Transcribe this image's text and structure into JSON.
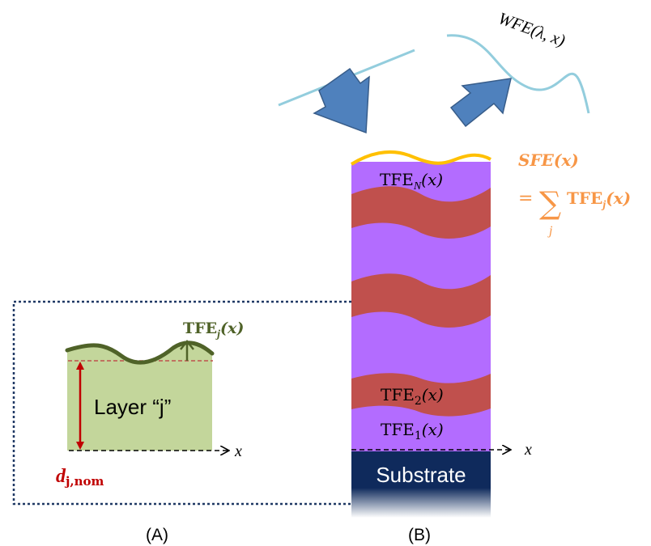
{
  "panel_a": {
    "label": "(A)",
    "tfe_label": "TFE",
    "tfe_sub": "j",
    "tfe_arg": "(x)",
    "layer_label": "Layer “j”",
    "d_main": "d",
    "d_sub": "j,nom",
    "x_axis": "x"
  },
  "panel_b": {
    "label": "(B)",
    "wfe_label": "WFE(λ, x)",
    "sfe_label": "SFE(x)",
    "sfe_eq": "=",
    "sfe_sum": "∑",
    "sfe_sum_index": "j",
    "sfe_tfe": "TFE",
    "sfe_tfe_sub": "j",
    "sfe_tfe_arg": "(x)",
    "tfe_top": "TFE",
    "tfe_top_sub": "N",
    "tfe_top_arg": "(x)",
    "tfe_2": "TFE",
    "tfe_2_sub": "2",
    "tfe_2_arg": "(x)",
    "tfe_1": "TFE",
    "tfe_1_sub": "1",
    "tfe_1_arg": "(x)",
    "substrate": "Substrate",
    "x_axis": "x"
  },
  "colors": {
    "layer_purple": "#b36cff",
    "layer_red": "#c0504d",
    "layer_green": "#c3d69b",
    "wave_green": "#4f6228",
    "surface_orange": "#ffc000",
    "sfe_orange": "#f79646",
    "arrow_blue": "#4f81bd",
    "wavefront_blue": "#93cddd",
    "substrate_navy": "#0f2a5c",
    "dim_red": "#c00000",
    "box_dotted": "#1f3864"
  }
}
